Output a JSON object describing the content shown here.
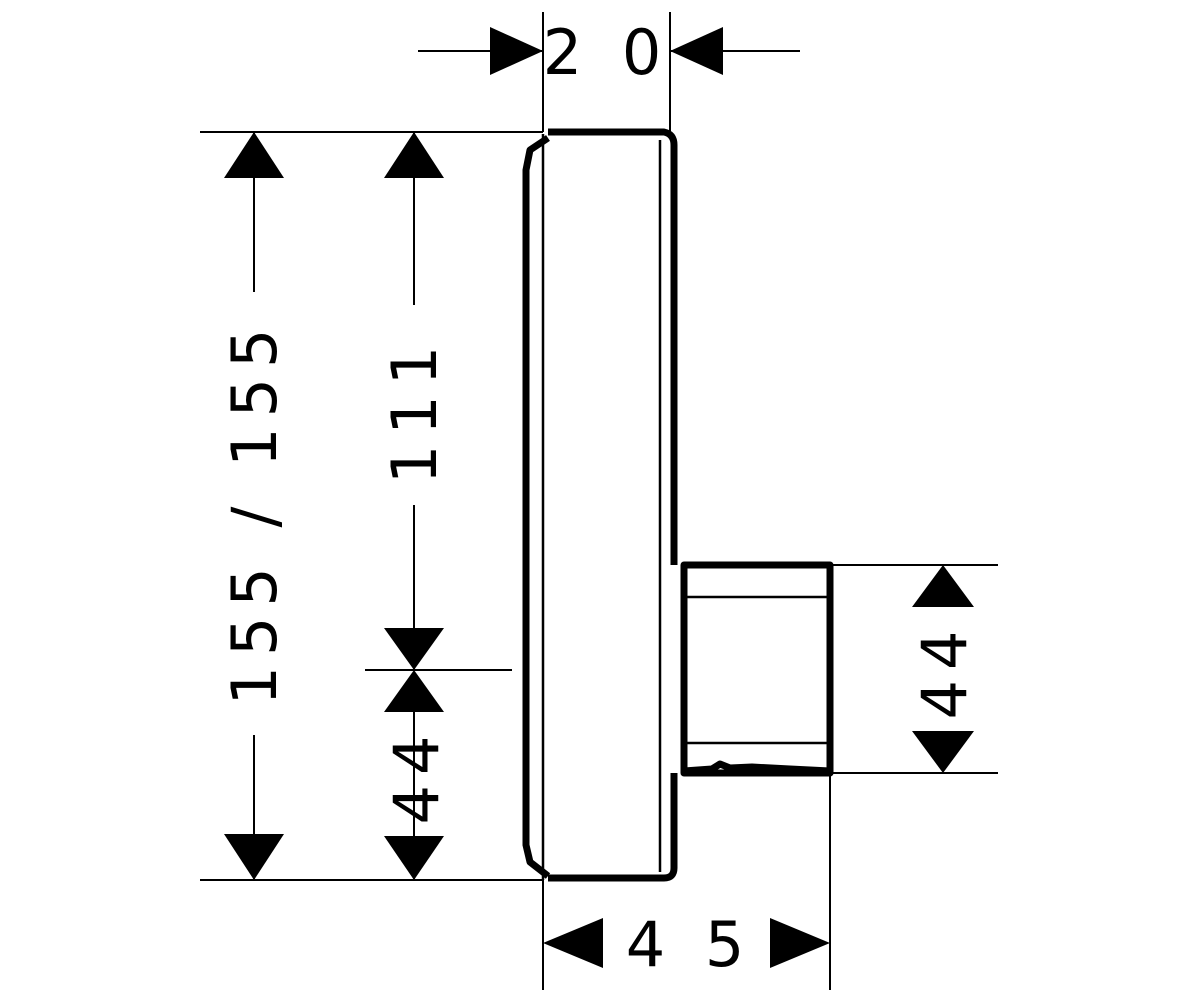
{
  "dimensions": {
    "top_width": "2 0",
    "left_overall_height": "155 / 155",
    "left_upper_height": "111",
    "left_lower_height": "44",
    "right_spout_height": "44",
    "bottom_depth": "4 5"
  },
  "colors": {
    "line": "#000000",
    "background": "#ffffff"
  }
}
